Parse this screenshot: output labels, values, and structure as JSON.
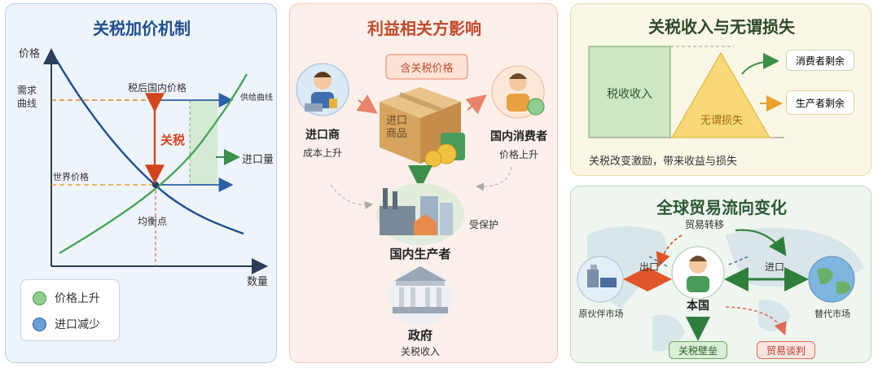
{
  "panel1": {
    "title": "关税加价机制",
    "y_axis": "价格",
    "x_axis": "数量",
    "demand_curve": "需求\n曲线",
    "supply_curve": "供给曲线",
    "post_tariff_price": "税后国内价格",
    "world_price": "世界价格",
    "tariff": "关税",
    "imports": "进口量",
    "equilibrium": "均衡点",
    "legend": [
      {
        "label": "价格上升",
        "color": "#8fce8f"
      },
      {
        "label": "进口减少",
        "color": "#6d9fd8"
      }
    ]
  },
  "panel2": {
    "title": "利益相关方影响",
    "price_tag": "含关税价格",
    "box_label": "进口\n商品",
    "importer": {
      "name": "进口商",
      "desc": "成本上升"
    },
    "consumer": {
      "name": "国内消费者",
      "desc": "价格上升"
    },
    "producer": {
      "name": "国内生产者",
      "desc": "受保护"
    },
    "government": {
      "name": "政府",
      "desc": "关税收入"
    }
  },
  "panel3": {
    "title": "关税收入与无谓损失",
    "tax_revenue": "税收收入",
    "deadweight_loss": "无谓损失",
    "consumer_surplus": "消费者剩余",
    "producer_surplus": "生产者剩余",
    "caption": "关税改变激励，带来收益与损失"
  },
  "panel4": {
    "title": "全球贸易流向变化",
    "trade_diversion": "贸易转移",
    "export": "出口",
    "import": "进口",
    "home": "本国",
    "partner_market": "原伙伴市场",
    "alt_market": "替代市场",
    "tariff_barrier": "关税壁垒",
    "negotiation": "贸易谈判"
  }
}
